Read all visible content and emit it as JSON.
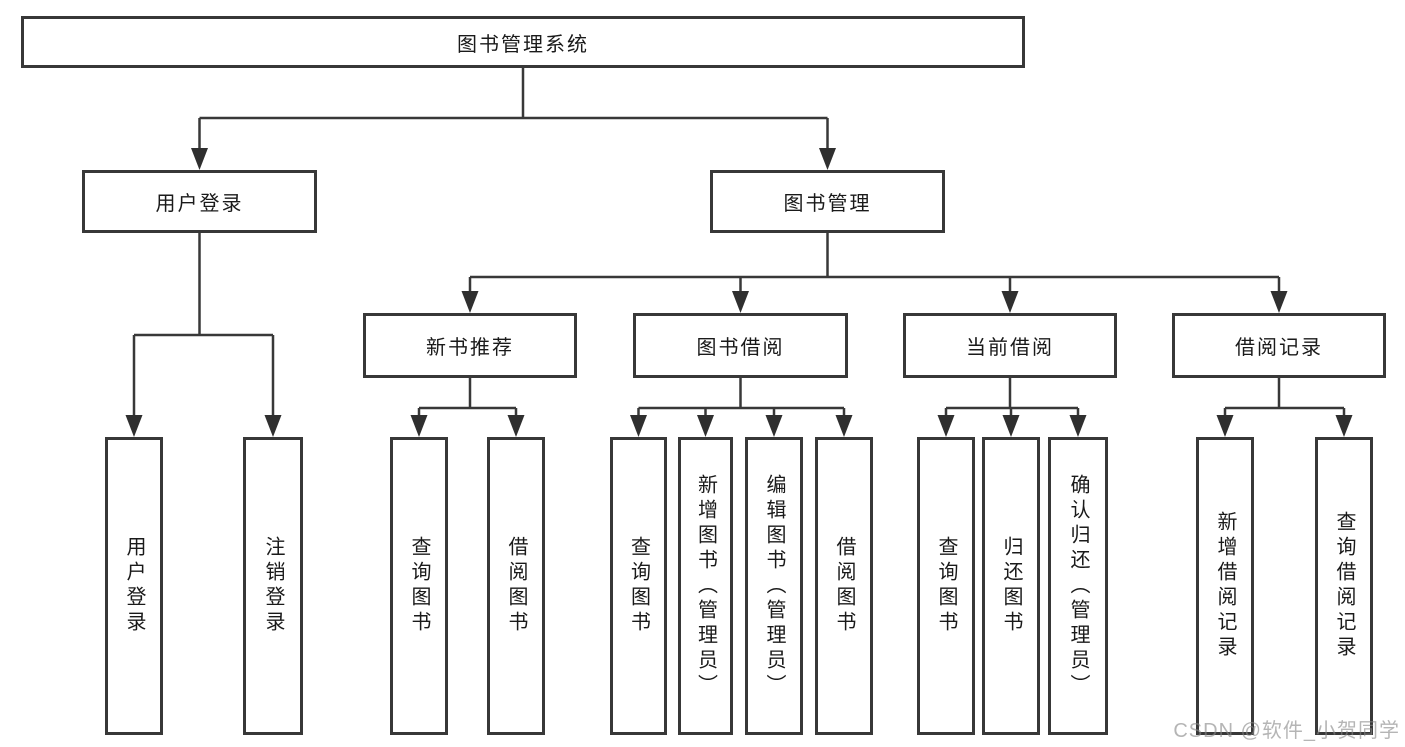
{
  "diagram": {
    "root": {
      "label": "图书管理系统"
    },
    "branches": [
      {
        "label": "用户登录",
        "children": [
          {
            "label": "用户登录"
          },
          {
            "label": "注销登录"
          }
        ]
      },
      {
        "label": "图书管理",
        "children": [
          {
            "label": "新书推荐",
            "children": [
              {
                "label": "查询图书"
              },
              {
                "label": "借阅图书"
              }
            ]
          },
          {
            "label": "图书借阅",
            "children": [
              {
                "label": "查询图书"
              },
              {
                "label": "新增图书（管理员）"
              },
              {
                "label": "编辑图书（管理员）"
              },
              {
                "label": "借阅图书"
              }
            ]
          },
          {
            "label": "当前借阅",
            "children": [
              {
                "label": "查询图书"
              },
              {
                "label": "归还图书"
              },
              {
                "label": "确认归还（管理员）"
              }
            ]
          },
          {
            "label": "借阅记录",
            "children": [
              {
                "label": "新增借阅记录"
              },
              {
                "label": "查询借阅记录"
              }
            ]
          }
        ]
      }
    ]
  },
  "watermark": {
    "text": "CSDN @软件_小贺同学"
  },
  "colors": {
    "line": "#383838",
    "arrow": "#2f2f2f",
    "text": "#1a1a1a",
    "background": "#ffffff",
    "watermark": "#878787"
  }
}
